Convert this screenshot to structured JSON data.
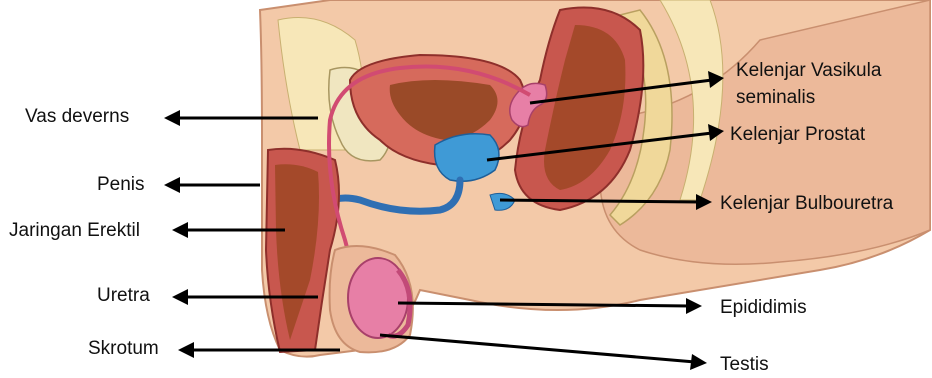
{
  "labels": {
    "left": [
      {
        "id": "vas-deferens",
        "text": "Vas deverns"
      },
      {
        "id": "penis",
        "text": "Penis"
      },
      {
        "id": "erectile-tissue",
        "text": "Jaringan Erektil"
      },
      {
        "id": "urethra",
        "text": "Uretra"
      },
      {
        "id": "scrotum",
        "text": "Skrotum"
      }
    ],
    "right": [
      {
        "id": "seminal-vesicle-line1",
        "text": "Kelenjar Vasikula"
      },
      {
        "id": "seminal-vesicle-line2",
        "text": "seminalis"
      },
      {
        "id": "prostate",
        "text": "Kelenjar Prostat"
      },
      {
        "id": "bulbourethral",
        "text": "Kelenjar Bulbouretra"
      },
      {
        "id": "epididymis",
        "text": "Epididimis"
      },
      {
        "id": "testis",
        "text": "Testis"
      }
    ]
  },
  "colors": {
    "skin": "#f3c9a8",
    "skin_shadow": "#e0a989",
    "fat": "#f7e7b8",
    "muscle": "#c8574e",
    "muscle_dark": "#8e2f2b",
    "bladder_outer": "#d66a5c",
    "bladder_inner": "#9a4a28",
    "prostate": "#3f9ad6",
    "urethra": "#2f6fb3",
    "testis": "#e77fa6",
    "vas": "#d14b72",
    "rectum": "#a4492a",
    "bone": "#f0d89a",
    "arrow": "#000000"
  }
}
